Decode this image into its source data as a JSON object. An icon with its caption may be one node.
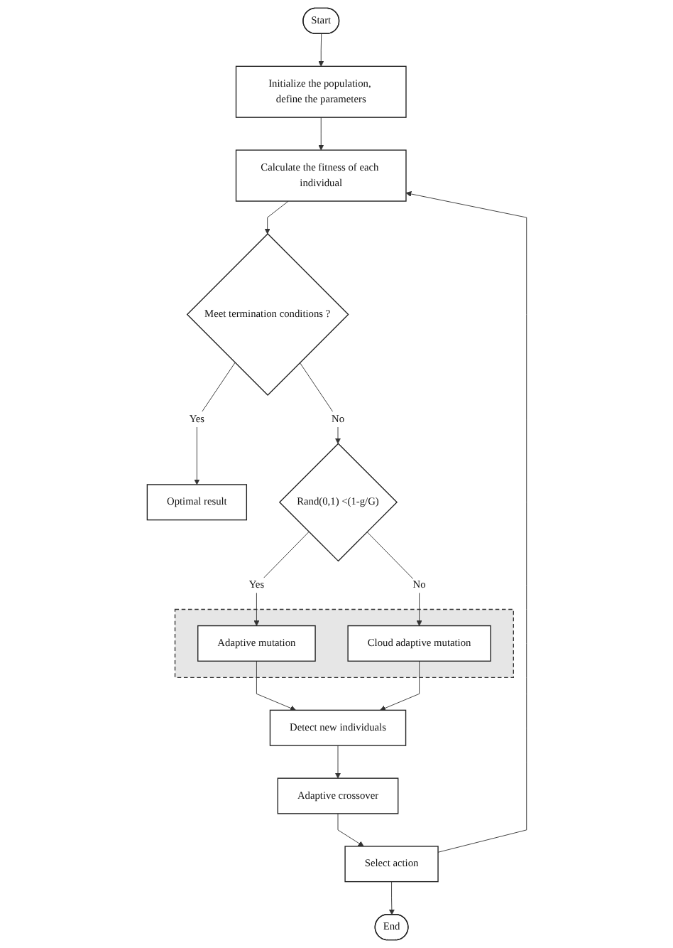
{
  "diagram": {
    "nodes": [
      {
        "text": [
          "Start"
        ]
      },
      {
        "text": [
          "Initialize the population, define the parameters"
        ]
      },
      {
        "text": [
          "Calculate the fitness of each individual"
        ]
      },
      {
        "text": [
          "Meet termination conditions ?"
        ]
      },
      {
        "text": [
          "Optimal result"
        ]
      },
      {
        "text": [
          "Rand(0,1) <(1-g/G)"
        ]
      },
      {
        "text": [],
        "shape": "box"
      },
      {
        "text": [
          "Adaptive mutation"
        ],
        "in": 6
      },
      {
        "text": [
          "Cloud adaptive mutation"
        ],
        "in": 6
      },
      {
        "text": [
          "Detect new individuals"
        ]
      },
      {
        "text": [
          "Adaptive crossover"
        ]
      },
      {
        "text": [
          "Select action"
        ]
      },
      {
        "text": [
          "End"
        ]
      }
    ],
    "edges": [
      {
        "from": 0,
        "to": 1,
        "arrow": "to"
      },
      {
        "from": 1,
        "to": 2,
        "arrow": "to"
      },
      {
        "from": 2,
        "to": 3,
        "arrow": "to"
      },
      {
        "from": 3,
        "to": 4,
        "label": "Yes",
        "arrow": "to"
      },
      {
        "from": 3,
        "to": 5,
        "label": "No",
        "arrow": "to"
      },
      {
        "from": 5,
        "to": 7,
        "label": "Yes",
        "arrow": "to"
      },
      {
        "from": 5,
        "to": 8,
        "label": "No",
        "arrow": "to"
      },
      {
        "from": 7,
        "to": 9,
        "arrow": "to"
      },
      {
        "from": 8,
        "to": 9,
        "arrow": "to"
      },
      {
        "from": 9,
        "to": 10,
        "arrow": "to"
      },
      {
        "from": 10,
        "to": 11,
        "arrow": "to"
      },
      {
        "from": 11,
        "to": 12,
        "arrow": "to"
      },
      {
        "from": 11,
        "to": 2,
        "arrow": "to"
      }
    ]
  }
}
